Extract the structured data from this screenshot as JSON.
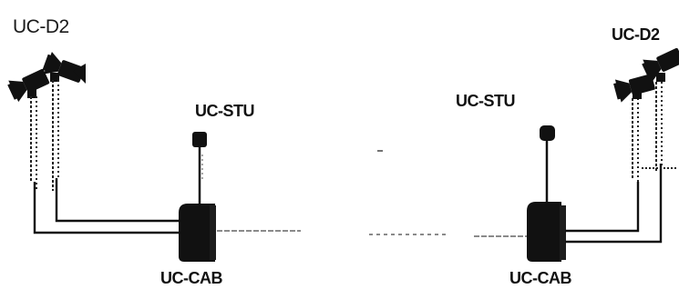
{
  "labels": {
    "d2_left": "UC-D2",
    "stu_left": "UC-STU",
    "cab_left": "UC-CAB",
    "stu_right": "UC-STU",
    "cab_right": "UC-CAB",
    "d2_right": "UC-D2"
  },
  "colors": {
    "ink": "#111111",
    "background": "#ffffff",
    "link": "#444444"
  }
}
